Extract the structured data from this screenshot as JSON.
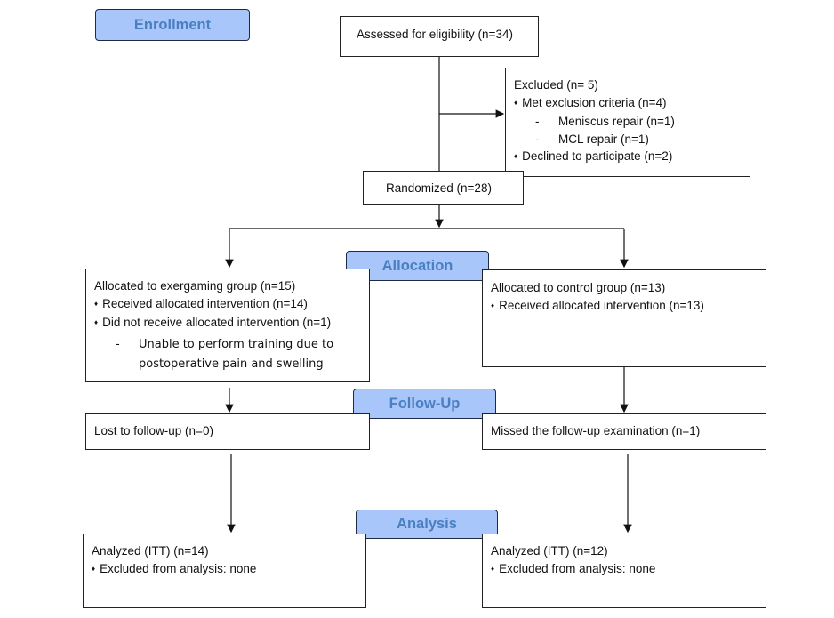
{
  "stages": {
    "enrollment": "Enrollment",
    "allocation": "Allocation",
    "follow_up": "Follow-Up",
    "analysis": "Analysis"
  },
  "assessed": "Assessed for eligibility (n=34)",
  "excluded": {
    "title": "Excluded  (n= 5)",
    "exclusion_criteria": "Met exclusion criteria (n=4)",
    "meniscus": "Meniscus repair (n=1)",
    "mcl": "MCL repair (n=1)",
    "declined": "Declined to participate (n=2)"
  },
  "randomized": "Randomized (n=28)",
  "exergaming": {
    "title": "Allocated to exergaming group (n=15)",
    "received": "Received allocated intervention (n=14)",
    "not_received": "Did not receive allocated intervention (n=1)",
    "reason_line1": "Unable to perform training due to",
    "reason_line2": "postoperative pain and swelling",
    "followup": "Lost to follow-up (n=0)",
    "analyzed": "Analyzed (ITT)  (n=14)",
    "excluded_analysis": "Excluded from analysis: none"
  },
  "control": {
    "title": "Allocated to control group (n=13)",
    "received": "Received allocated intervention (n=13)",
    "followup": "Missed the follow-up examination (n=1)",
    "analyzed": "Analyzed (ITT) (n=12)",
    "excluded_analysis": "Excluded from analysis: none"
  },
  "colors": {
    "stage_fill": "#a8c6fa",
    "stage_text": "#4a7fc1",
    "stage_border": "#1f2a44"
  }
}
